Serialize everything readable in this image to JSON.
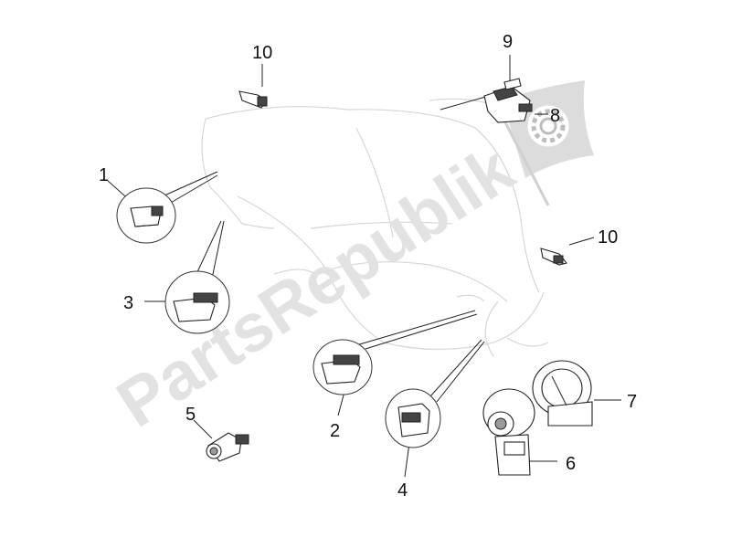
{
  "diagram": {
    "callouts": [
      {
        "id": "1",
        "label": "1"
      },
      {
        "id": "2",
        "label": "2"
      },
      {
        "id": "3",
        "label": "3"
      },
      {
        "id": "4",
        "label": "4"
      },
      {
        "id": "5",
        "label": "5"
      },
      {
        "id": "6",
        "label": "6"
      },
      {
        "id": "7",
        "label": "7"
      },
      {
        "id": "8",
        "label": "8"
      },
      {
        "id": "9",
        "label": "9"
      },
      {
        "id": "10a",
        "label": "10"
      },
      {
        "id": "10b",
        "label": "10"
      }
    ],
    "watermark": {
      "text": "PartsRepublik",
      "icon": "gear-flag-icon"
    }
  }
}
